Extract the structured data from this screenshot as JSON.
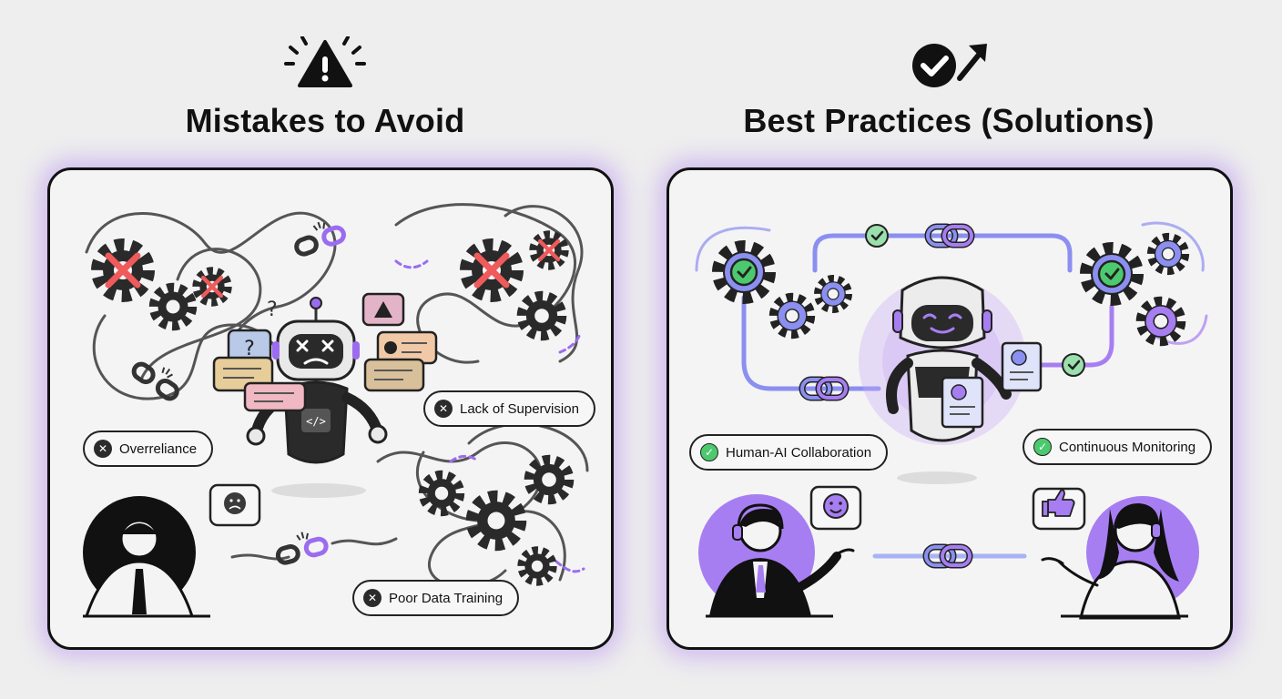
{
  "left_column": {
    "title": "Mistakes to Avoid",
    "header_icon": "warning-triangle-icon",
    "labels": [
      {
        "id": "overreliance",
        "text": "Overreliance",
        "icon": "x-circle-icon"
      },
      {
        "id": "lack-of-supervision",
        "text": "Lack of Supervision",
        "icon": "x-circle-icon"
      },
      {
        "id": "poor-data-training",
        "text": "Poor Data Training",
        "icon": "x-circle-icon"
      }
    ]
  },
  "right_column": {
    "title": "Best Practices (Solutions)",
    "header_icon": "check-circle-arrow-up-icon",
    "labels": [
      {
        "id": "human-ai-collaboration",
        "text": "Human-AI Collaboration",
        "icon": "check-circle-icon"
      },
      {
        "id": "continuous-monitoring",
        "text": "Continuous Monitoring",
        "icon": "check-circle-icon"
      }
    ]
  },
  "colors": {
    "accent_purple": "#9b6cf0",
    "accent_blue": "#7e8cf0",
    "error_red": "#ef5a5a",
    "success_green": "#4cc96e",
    "ink": "#111111"
  }
}
